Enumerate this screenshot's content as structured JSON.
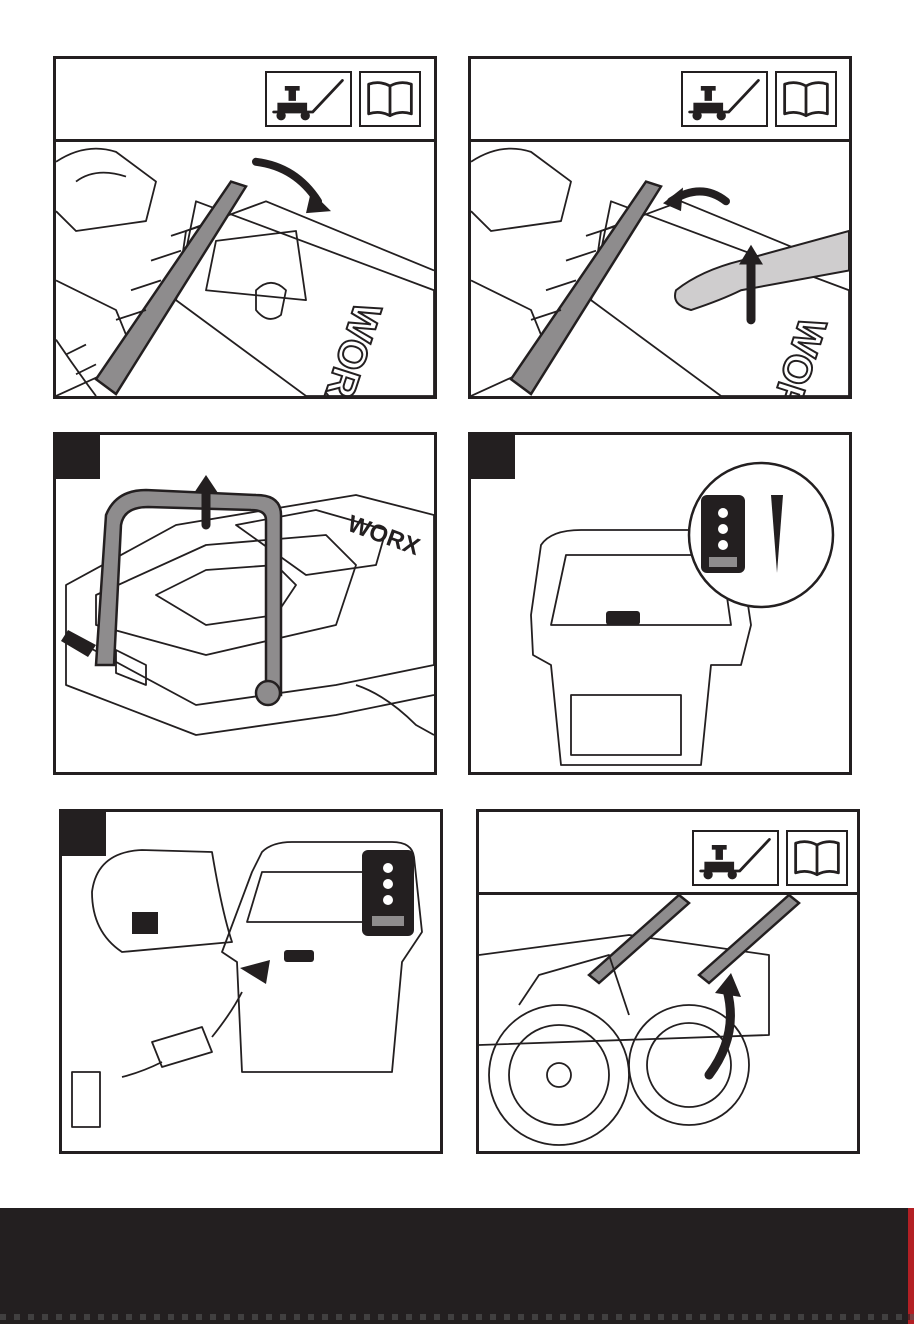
{
  "manual_page": {
    "panels": [
      {
        "id": "panel-1",
        "has_header": true,
        "icons": [
          "mower-cut-height-icon",
          "manual-book-icon"
        ]
      },
      {
        "id": "panel-2",
        "has_header": true,
        "icons": [
          "mower-cut-height-icon",
          "manual-book-icon"
        ]
      },
      {
        "id": "panel-3",
        "has_header": false,
        "icons": []
      },
      {
        "id": "panel-4",
        "has_header": false,
        "icons": []
      },
      {
        "id": "panel-5",
        "has_header": false,
        "icons": []
      },
      {
        "id": "panel-6",
        "has_header": true,
        "icons": [
          "mower-cut-height-icon",
          "manual-book-icon"
        ]
      }
    ],
    "brand": {
      "logo_text": "WORX"
    },
    "colors": {
      "ink": "#231f20",
      "footer": "#231f20",
      "accent": "#b31f24",
      "grey": "#8e8c8d"
    }
  }
}
